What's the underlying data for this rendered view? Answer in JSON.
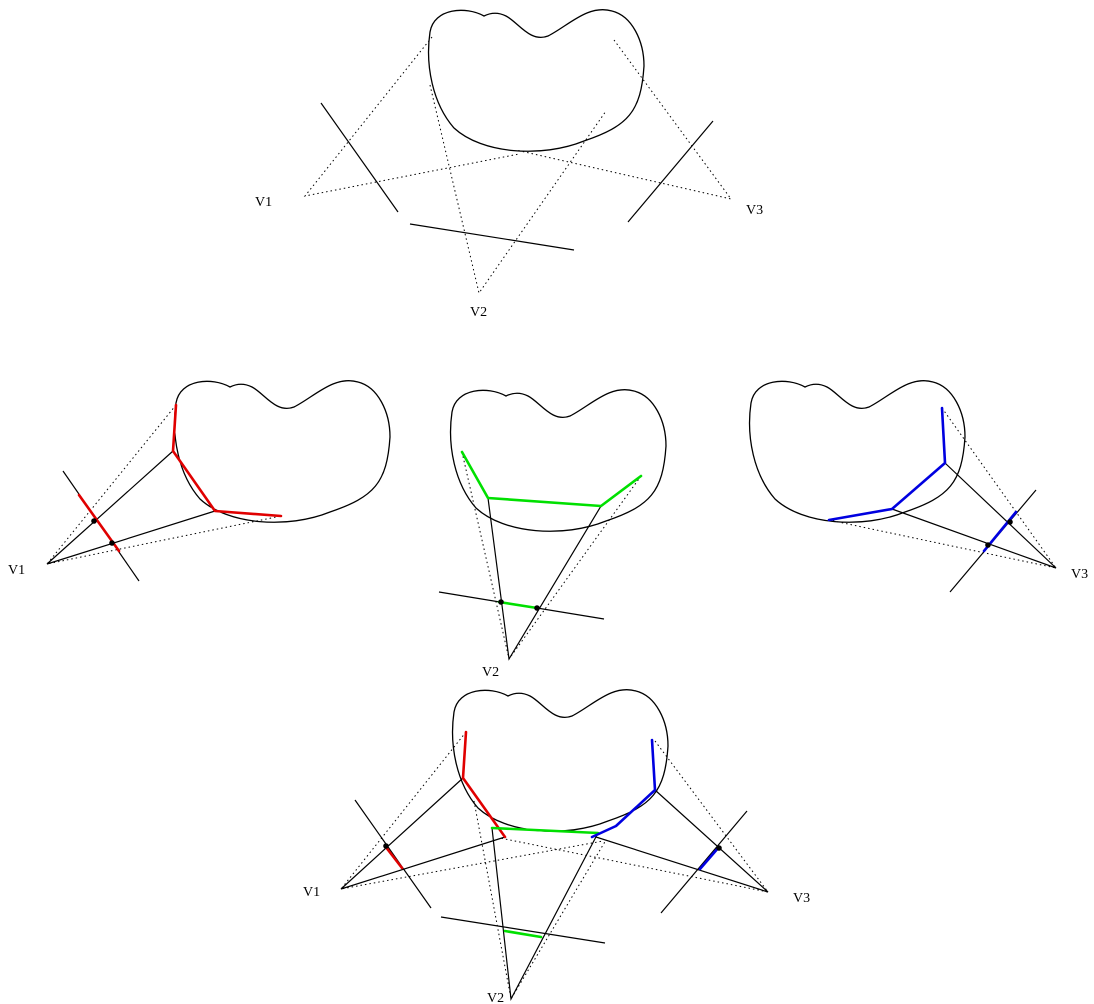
{
  "labels": {
    "v1": "V1",
    "v2": "V2",
    "v3": "V3"
  },
  "colors": {
    "view1": "#e00000",
    "view2": "#00e000",
    "view3": "#0000e0",
    "ink": "#000000"
  }
}
